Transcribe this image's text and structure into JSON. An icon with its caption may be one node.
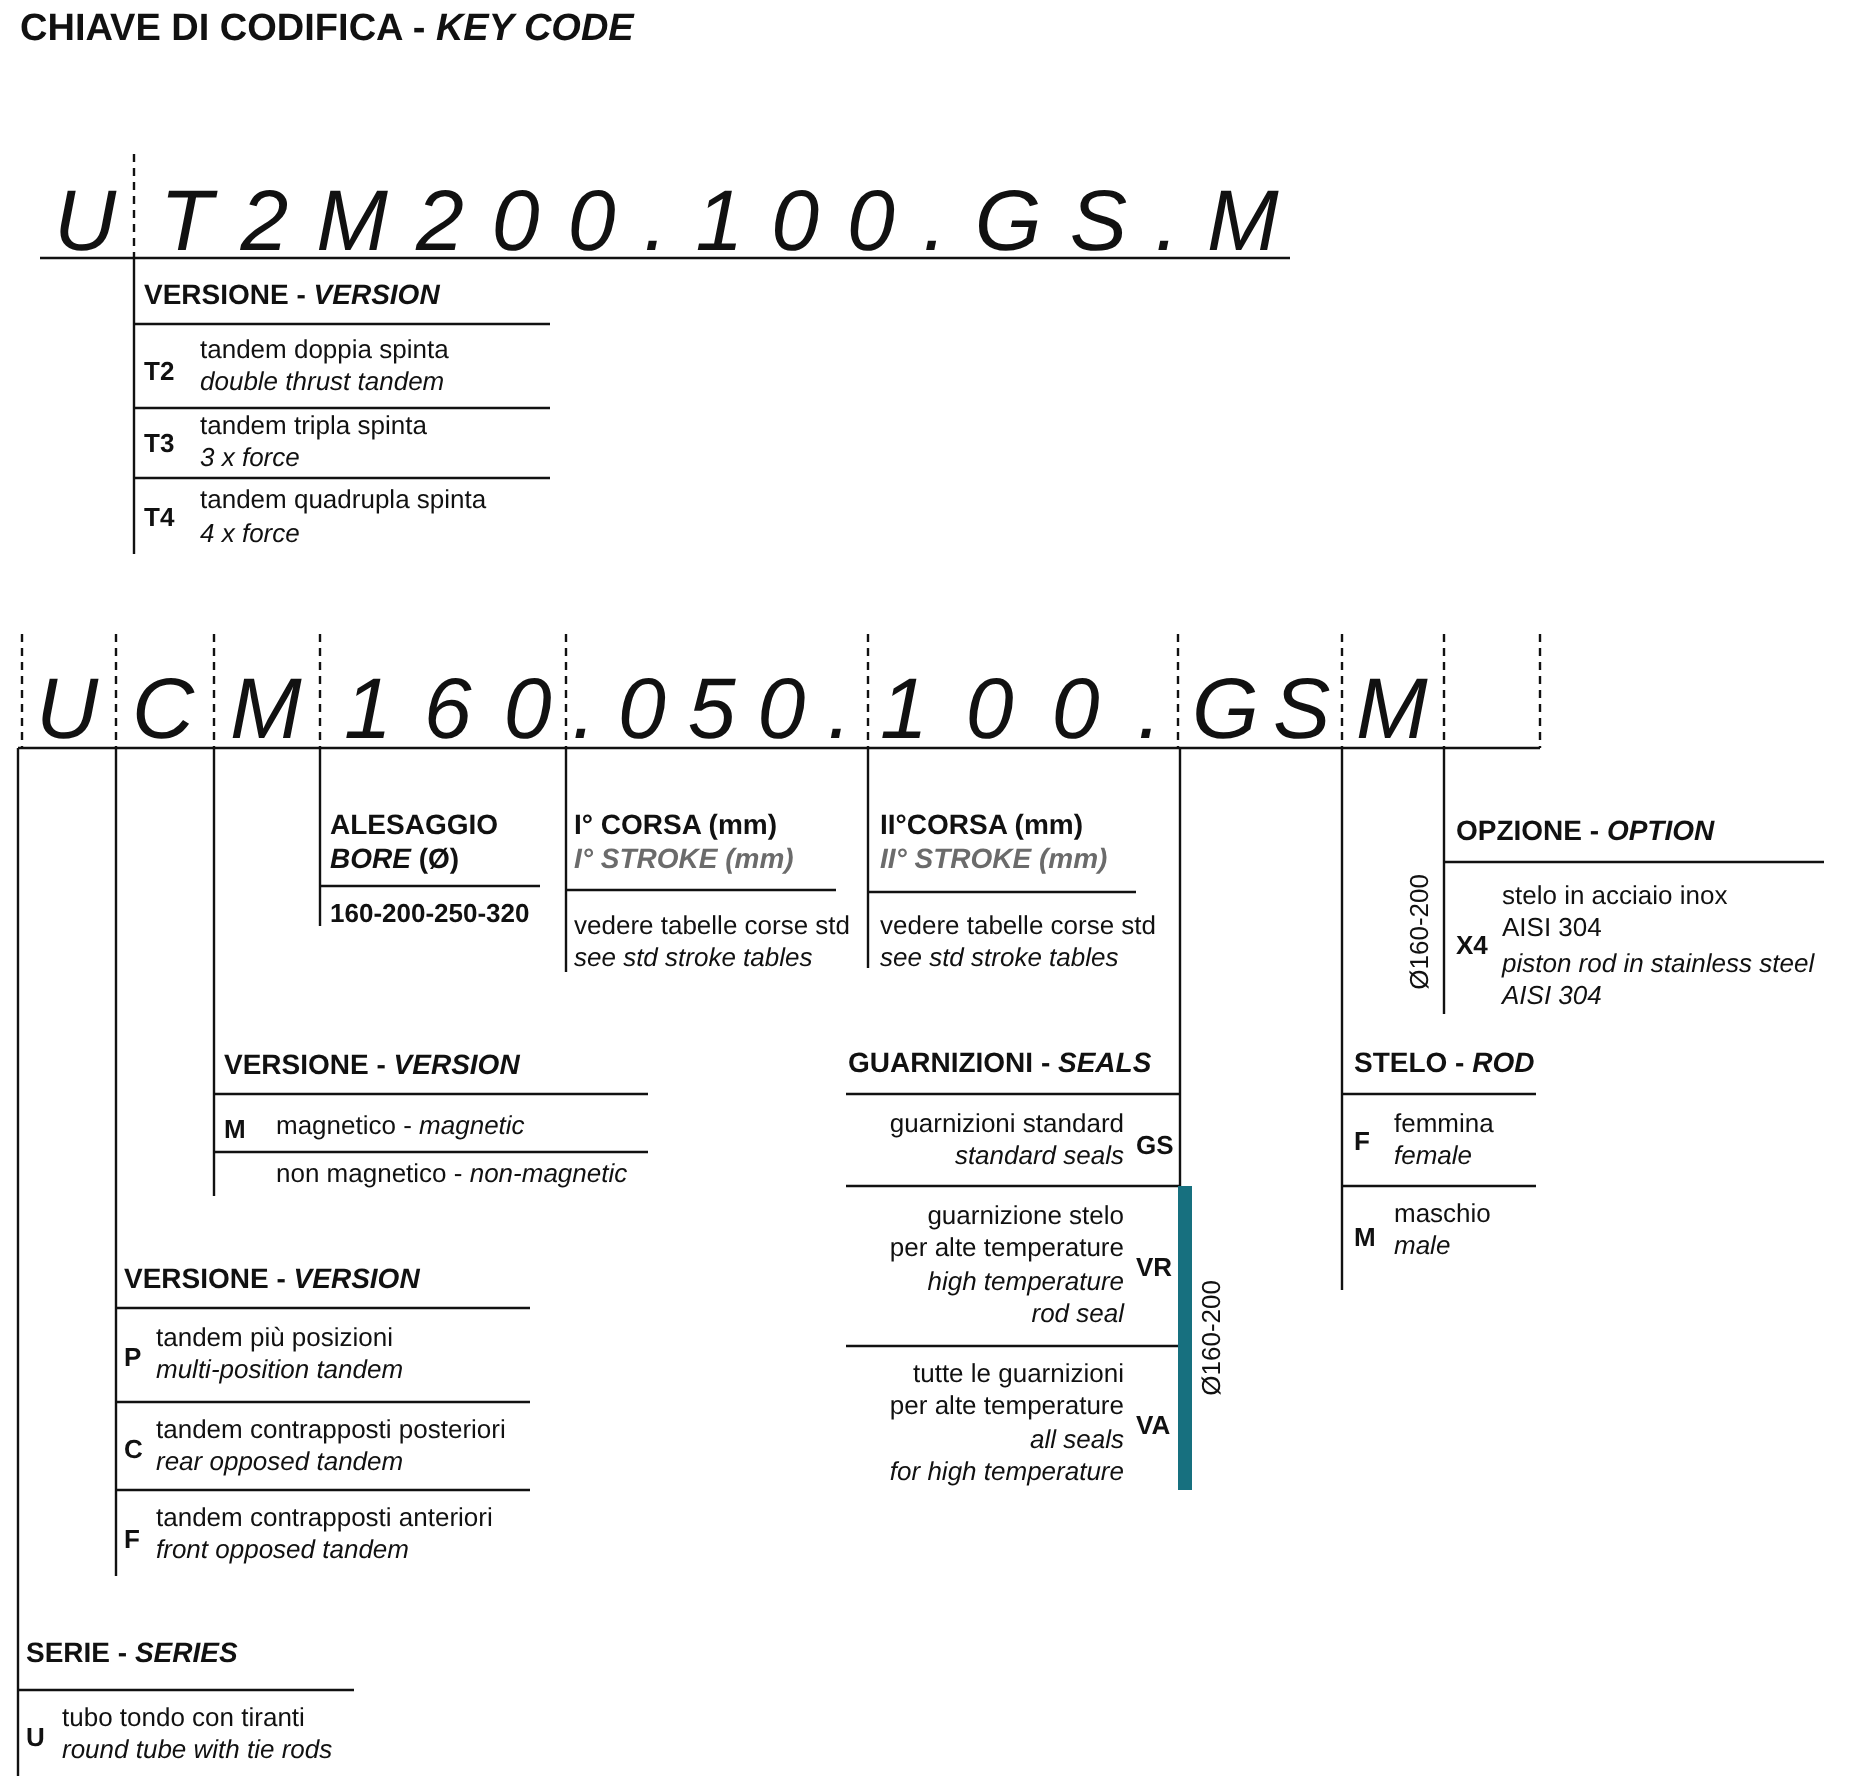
{
  "diagram": {
    "title": "CHIAVE DI CODIFICA - *KEY CODE*",
    "labels": [
      "U",
      "T2M200.100.GS.M",
      "VERSIONE - *VERSION*",
      "T2",
      "tandem doppia spinta",
      "double thrust tandem",
      "T3",
      "tandem tripla spinta",
      "3 x force",
      "T4",
      "tandem quadrupla spinta",
      "4 x force",
      "U",
      "C",
      "M",
      "160",
      ".050.",
      "100.",
      "GS",
      "M",
      "ALESAGGIO",
      "*BORE* (Ø)",
      "160-200-250-320",
      "I° CORSA (mm)",
      "I° STROKE (mm)",
      "vedere tabelle corse std",
      "see std stroke tables",
      "II°CORSA (mm)",
      "II° STROKE (mm)",
      "vedere tabelle corse std",
      "see std stroke tables",
      "OPZIONE - *OPTION*",
      "Ø160-200",
      "X4",
      "stelo in acciaio inox AISI 304",
      "piston rod in stainless steel AISI 304",
      "VERSIONE - *VERSION*",
      "M",
      "magnetico - *magnetic*",
      "non magnetico - *non-magnetic*",
      "GUARNIZIONI - *SEALS*",
      "guarnizioni standard",
      "standard seals",
      "GS",
      "guarnizione stelo per alte temperature",
      "high temperature rod seal",
      "VR",
      "tutte le guarnizioni per alte temperature",
      "all seals for high temperature",
      "VA",
      "Ø160-200",
      "STELO - *ROD*",
      "F",
      "femmina",
      "female",
      "M",
      "maschio",
      "male",
      "VERSIONE - *VERSION*",
      "P",
      "tandem più posizioni",
      "multi-position tandem",
      "C",
      "tandem contrapposti posteriori",
      "rear opposed tandem",
      "F",
      "tandem contrapposti anteriori",
      "front opposed tandem",
      "SERIE - *SERIES*",
      "U",
      "tubo tondo con tiranti",
      "round tube with tie rods"
    ]
  }
}
